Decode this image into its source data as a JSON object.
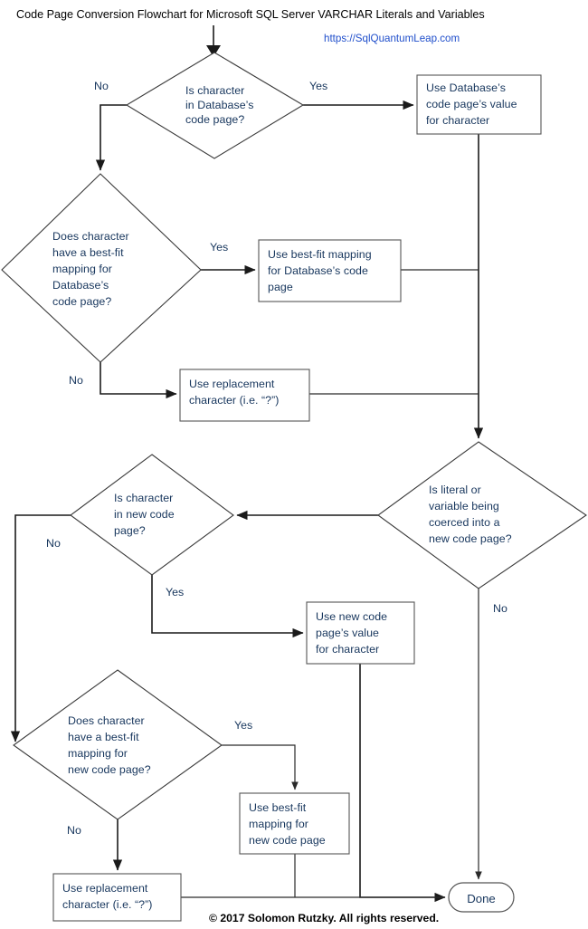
{
  "header": {
    "title": "Code Page Conversion Flowchart for Microsoft SQL Server VARCHAR Literals and Variables",
    "url": "https://SqlQuantumLeap.com"
  },
  "footer": {
    "copyright": "© 2017 Solomon Rutzky. All rights reserved."
  },
  "colors": {
    "text": "#17365d",
    "link": "#1f4ecb",
    "line": "#1a1a1a",
    "shape_stroke": "#3a3a3a",
    "background": "#ffffff"
  },
  "chart_data": {
    "type": "diagram",
    "title": "Code Page Conversion Flowchart for Microsoft SQL Server VARCHAR Literals and Variables",
    "nodes": [
      {
        "id": "d1",
        "shape": "decision",
        "lines": [
          "Is character",
          "in Database’s",
          "code page?"
        ]
      },
      {
        "id": "p1",
        "shape": "process",
        "lines": [
          "Use Database’s",
          "code page’s value",
          "for character"
        ]
      },
      {
        "id": "d2",
        "shape": "decision",
        "lines": [
          "Does character",
          "have a best-fit",
          "mapping for",
          "Database’s",
          "code page?"
        ]
      },
      {
        "id": "p2",
        "shape": "process",
        "lines": [
          "Use best-fit mapping",
          "for Database’s code",
          "page"
        ]
      },
      {
        "id": "p3",
        "shape": "process",
        "lines": [
          "Use replacement",
          "character (i.e. “?”)"
        ]
      },
      {
        "id": "d3",
        "shape": "decision",
        "lines": [
          "Is literal or",
          "variable being",
          "coerced into a",
          "new code page?"
        ]
      },
      {
        "id": "d4",
        "shape": "decision",
        "lines": [
          "Is character",
          "in new code",
          "page?"
        ]
      },
      {
        "id": "p4",
        "shape": "process",
        "lines": [
          "Use new code",
          "page’s value",
          "for character"
        ]
      },
      {
        "id": "d5",
        "shape": "decision",
        "lines": [
          "Does character",
          "have a best-fit",
          "mapping for",
          "new code page?"
        ]
      },
      {
        "id": "p5",
        "shape": "process",
        "lines": [
          "Use best-fit",
          "mapping for",
          "new code page"
        ]
      },
      {
        "id": "p6",
        "shape": "process",
        "lines": [
          "Use replacement",
          "character (i.e. “?”)"
        ]
      },
      {
        "id": "t1",
        "shape": "terminal",
        "lines": [
          "Done"
        ]
      }
    ],
    "edges": [
      {
        "from": "start",
        "to": "d1",
        "label": ""
      },
      {
        "from": "d1",
        "to": "p1",
        "label": "Yes"
      },
      {
        "from": "d1",
        "to": "d2",
        "label": "No"
      },
      {
        "from": "d2",
        "to": "p2",
        "label": "Yes"
      },
      {
        "from": "d2",
        "to": "p3",
        "label": "No"
      },
      {
        "from": "p1",
        "to": "d3",
        "label": ""
      },
      {
        "from": "p2",
        "to": "d3",
        "label": ""
      },
      {
        "from": "p3",
        "to": "d3",
        "label": ""
      },
      {
        "from": "d3",
        "to": "d4",
        "label": ""
      },
      {
        "from": "d3",
        "to": "t1",
        "label": "No"
      },
      {
        "from": "d4",
        "to": "p4",
        "label": "Yes"
      },
      {
        "from": "d4",
        "to": "d5",
        "label": "No"
      },
      {
        "from": "d5",
        "to": "p5",
        "label": "Yes"
      },
      {
        "from": "d5",
        "to": "p6",
        "label": "No"
      },
      {
        "from": "p4",
        "to": "t1",
        "label": ""
      },
      {
        "from": "p5",
        "to": "t1",
        "label": ""
      },
      {
        "from": "p6",
        "to": "t1",
        "label": ""
      }
    ],
    "branch_labels": {
      "d1_no": "No",
      "d1_yes": "Yes",
      "d2_yes": "Yes",
      "d2_no": "No",
      "d3_no": "No",
      "d4_no": "No",
      "d4_yes": "Yes",
      "d5_yes": "Yes",
      "d5_no": "No"
    }
  },
  "nodes": {
    "d1": {
      "l0": "Is character",
      "l1": "in Database’s",
      "l2": "code page?"
    },
    "p1": {
      "l0": "Use Database’s",
      "l1": "code page’s value",
      "l2": "for character"
    },
    "d2": {
      "l0": "Does character",
      "l1": "have a best-fit",
      "l2": "mapping for",
      "l3": "Database’s",
      "l4": "code page?"
    },
    "p2": {
      "l0": "Use best-fit mapping",
      "l1": "for Database’s code",
      "l2": "page"
    },
    "p3": {
      "l0": "Use replacement",
      "l1": "character (i.e. “?”)"
    },
    "d3": {
      "l0": "Is literal or",
      "l1": "variable being",
      "l2": "coerced into a",
      "l3": "new code page?"
    },
    "d4": {
      "l0": "Is character",
      "l1": "in new code",
      "l2": "page?"
    },
    "p4": {
      "l0": "Use new code",
      "l1": "page’s value",
      "l2": "for character"
    },
    "d5": {
      "l0": "Does character",
      "l1": "have a best-fit",
      "l2": "mapping for",
      "l3": "new code page?"
    },
    "p5": {
      "l0": "Use best-fit",
      "l1": "mapping for",
      "l2": "new code page"
    },
    "p6": {
      "l0": "Use replacement",
      "l1": "character (i.e. “?”)"
    },
    "t1": {
      "l0": "Done"
    }
  },
  "labels": {
    "d1_no": "No",
    "d1_yes": "Yes",
    "d2_yes": "Yes",
    "d2_no": "No",
    "d3_no": "No",
    "d4_no": "No",
    "d4_yes": "Yes",
    "d5_yes": "Yes",
    "d5_no": "No"
  }
}
